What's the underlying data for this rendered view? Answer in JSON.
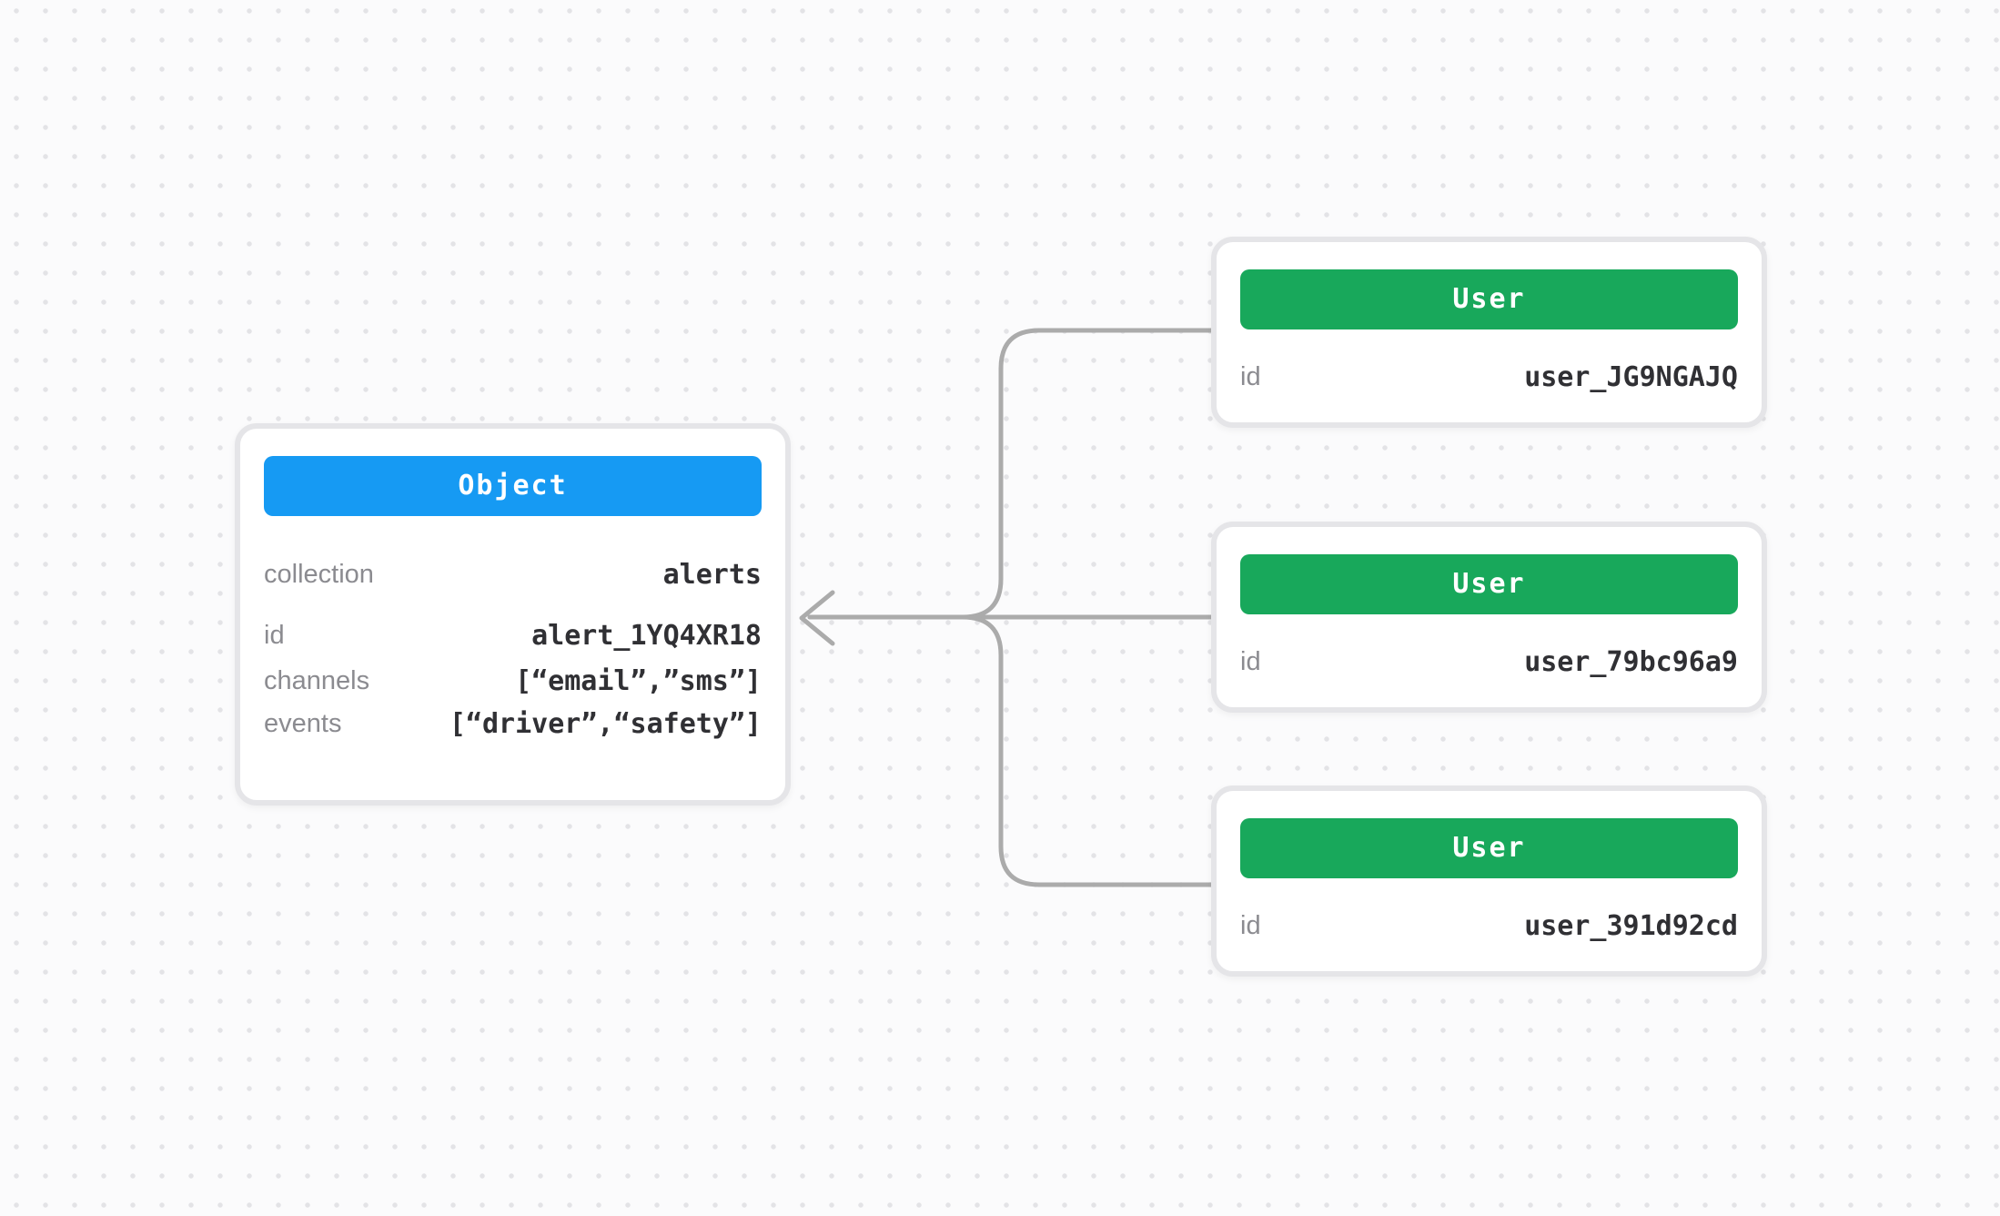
{
  "object_card": {
    "header": "Object",
    "rows": {
      "collection": {
        "label": "collection",
        "value": "alerts"
      },
      "id": {
        "label": "id",
        "value": "alert_1YQ4XR18"
      },
      "channels": {
        "label": "channels",
        "value": "[“email”,”sms”]"
      },
      "events": {
        "label": "events",
        "value": "[“driver”,“safety”]"
      }
    }
  },
  "user_cards": [
    {
      "header": "User",
      "rows": {
        "id": {
          "label": "id",
          "value": "user_JG9NGAJQ"
        }
      }
    },
    {
      "header": "User",
      "rows": {
        "id": {
          "label": "id",
          "value": "user_79bc96a9"
        }
      }
    },
    {
      "header": "User",
      "rows": {
        "id": {
          "label": "id",
          "value": "user_391d92cd"
        }
      }
    }
  ],
  "colors": {
    "object_header": "#169af3",
    "user_header": "#18a85b",
    "connector": "#ababab",
    "card_border": "#e5e5e8",
    "label_text": "#8b8b90",
    "value_text": "#303034",
    "background": "#fbfbfc"
  }
}
